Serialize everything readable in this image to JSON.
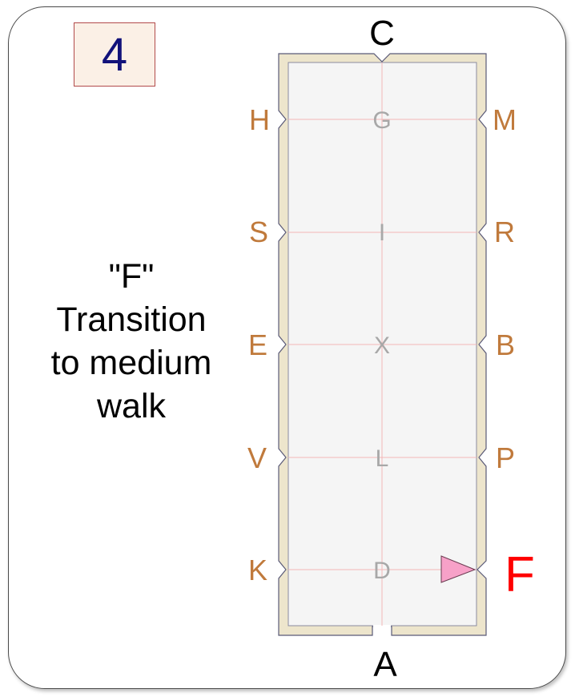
{
  "test": {
    "number": "4",
    "description_lines": [
      "\"F\"",
      "Transition",
      "to medium",
      "walk"
    ]
  },
  "arena": {
    "top_marker": "C",
    "bottom_marker": "A",
    "left_markers": [
      "H",
      "S",
      "E",
      "V",
      "K"
    ],
    "right_markers": [
      "M",
      "R",
      "B",
      "P"
    ],
    "center_markers": [
      "G",
      "I",
      "X",
      "L",
      "D"
    ],
    "highlight_marker": "F",
    "colors": {
      "side_marker": "#c07a3c",
      "center_marker": "#a8a8a8",
      "highlight_marker": "#ff0000",
      "fence": "#ede5cc",
      "arena_floor": "#f5f5f5",
      "guide_line": "#f4b7b7",
      "rider_arrow": "#f7a1c8"
    },
    "rider_arrow_icon": "pink-triangle-pointing-right"
  }
}
